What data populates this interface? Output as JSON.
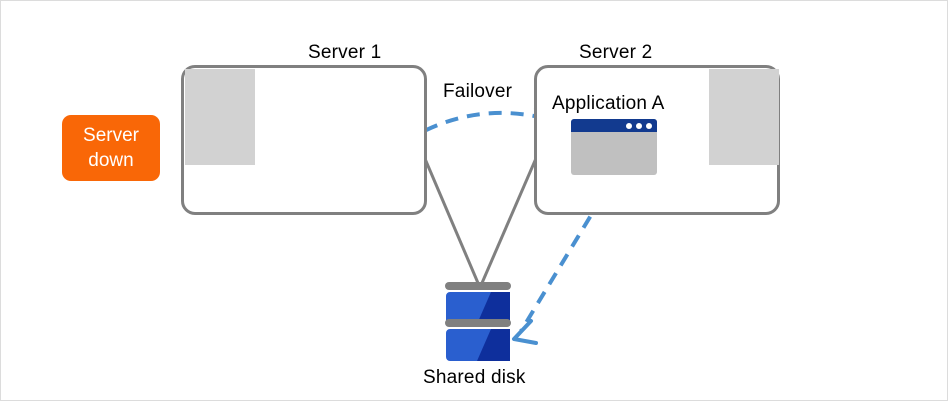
{
  "diagram": {
    "title": "Failover cluster diagram",
    "colors": {
      "badge_bg": "#f96707",
      "badge_text": "#ffffff",
      "box_border": "#808080",
      "icon_panel": "#d2d2d2",
      "server_blue": "#2a5fcf",
      "server_dark_blue": "#0e2f9c",
      "bar_gray": "#808080",
      "bar_white": "#ffffff",
      "slash_orange": "#f96707",
      "arrow_blue": "#4a90d0",
      "connector_gray": "#808080",
      "appwin_titlebar": "#123a8f",
      "appwin_body": "#c0c0c0",
      "disk_blue": "#2a5fcf",
      "disk_dark_blue": "#0e2f9c",
      "page_border": "#dcdcdc"
    },
    "labels": {
      "server1": "Server 1",
      "server2": "Server 2",
      "failover": "Failover",
      "application": "Application A",
      "shared_disk": "Shared disk"
    },
    "badge": {
      "line1": "Server",
      "line2": "down"
    },
    "icons": {
      "server1": "server-down-icon",
      "server2": "server-active-icon",
      "app_window": "application-window-icon",
      "shared_disk": "shared-disk-icon",
      "failover_arrow": "failover-dashed-arrow-icon",
      "disk-access-arrow": "disk-access-dashed-arrow-icon"
    },
    "app_window": {
      "dots": 3
    },
    "disk": {
      "platters": 2
    }
  }
}
